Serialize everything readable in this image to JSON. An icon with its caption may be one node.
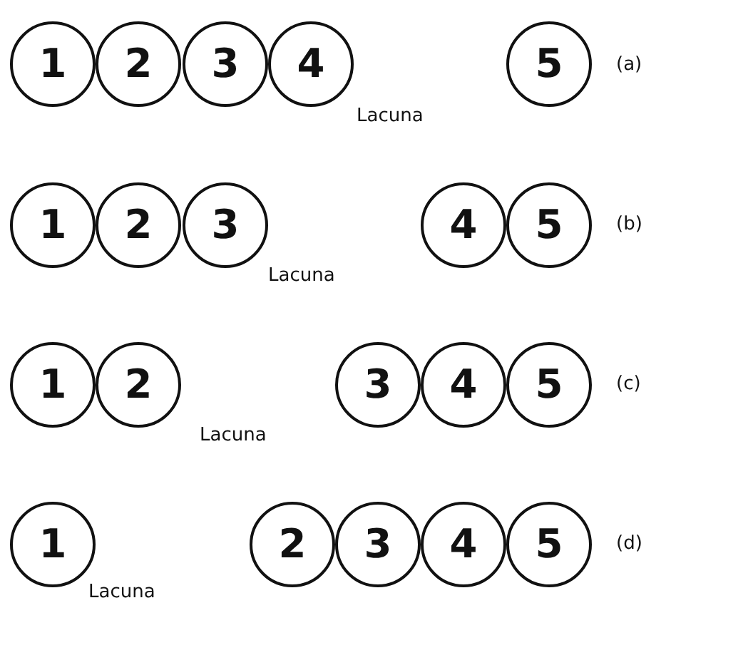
{
  "diagram": {
    "nodes": [
      {
        "text": [
          "1"
        ]
      },
      {
        "text": [
          "2"
        ]
      },
      {
        "text": [
          "3"
        ]
      },
      {
        "text": [
          "4"
        ]
      },
      {
        "text": [
          "5"
        ]
      },
      {
        "text": [
          "1"
        ]
      },
      {
        "text": [
          "2"
        ]
      },
      {
        "text": [
          "3"
        ]
      },
      {
        "text": [
          "4"
        ]
      },
      {
        "text": [
          "5"
        ]
      },
      {
        "text": [
          "1"
        ]
      },
      {
        "text": [
          "2"
        ]
      },
      {
        "text": [
          "3"
        ]
      },
      {
        "text": [
          "4"
        ]
      },
      {
        "text": [
          "5"
        ]
      },
      {
        "text": [
          "1"
        ]
      },
      {
        "text": [
          "2"
        ]
      },
      {
        "text": [
          "3"
        ]
      },
      {
        "text": [
          "4"
        ]
      },
      {
        "text": [
          "5"
        ]
      }
    ],
    "labels": [
      "Lacuna",
      "(a)",
      "Lacuna",
      "(b)",
      "Lacuna",
      "(c)",
      "Lacuna",
      "(d)"
    ]
  }
}
